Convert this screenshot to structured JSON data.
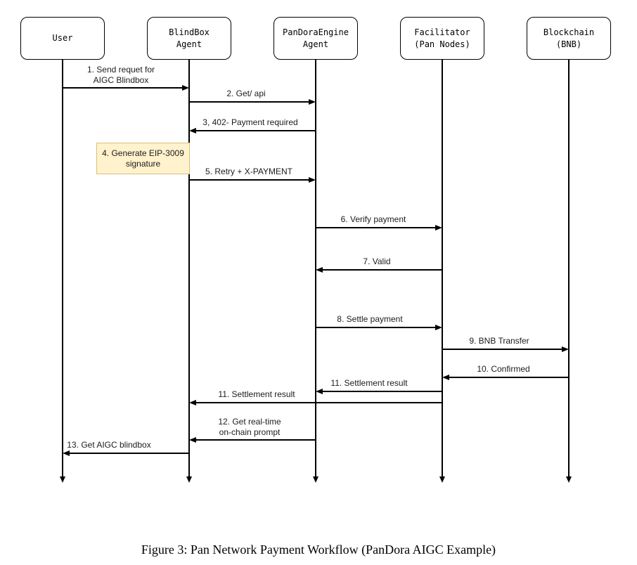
{
  "diagram": {
    "actors": [
      {
        "name": "User"
      },
      {
        "name": "BlindBox\nAgent"
      },
      {
        "name": "PanDoraEngine\nAgent"
      },
      {
        "name": "Facilitator\n(Pan Nodes)"
      },
      {
        "name": "Blockchain\n(BNB)"
      }
    ],
    "messages": [
      {
        "label": "1. Send requet for\nAIGC Blindbox",
        "from": "User",
        "to": "BlindBox Agent"
      },
      {
        "label": "2. Get/ api",
        "from": "BlindBox Agent",
        "to": "PanDoraEngine Agent"
      },
      {
        "label": "3, 402- Payment required",
        "from": "PanDoraEngine Agent",
        "to": "BlindBox Agent"
      },
      {
        "label": "5. Retry + X-PAYMENT",
        "from": "BlindBox Agent",
        "to": "PanDoraEngine Agent"
      },
      {
        "label": "6. Verify payment",
        "from": "PanDoraEngine Agent",
        "to": "Facilitator (Pan Nodes)"
      },
      {
        "label": "7. Valid",
        "from": "Facilitator (Pan Nodes)",
        "to": "PanDoraEngine Agent"
      },
      {
        "label": "8. Settle payment",
        "from": "PanDoraEngine Agent",
        "to": "Facilitator (Pan Nodes)"
      },
      {
        "label": "9. BNB Transfer",
        "from": "Facilitator (Pan Nodes)",
        "to": "Blockchain (BNB)"
      },
      {
        "label": "10. Confirmed",
        "from": "Blockchain (BNB)",
        "to": "Facilitator (Pan Nodes)"
      },
      {
        "label": "11. Settlement result",
        "from": "Facilitator (Pan Nodes)",
        "to": "PanDoraEngine Agent"
      },
      {
        "label": "11. Settlement result",
        "from": "Facilitator (Pan Nodes)",
        "to": "BlindBox Agent"
      },
      {
        "label": "12. Get real-time\non-chain prompt",
        "from": "PanDoraEngine Agent",
        "to": "BlindBox Agent"
      },
      {
        "label": "13. Get AIGC blindbox",
        "from": "BlindBox Agent",
        "to": "User"
      }
    ],
    "note": {
      "label": "4. Generate EIP-3009\nsignature",
      "attached_to": "BlindBox Agent"
    },
    "colors": {
      "line": "#000000",
      "note_fill": "#fff2cc",
      "note_border": "#d9bf77"
    }
  },
  "caption": "Figure 3: Pan Network Payment Workflow (PanDora AIGC Example)"
}
